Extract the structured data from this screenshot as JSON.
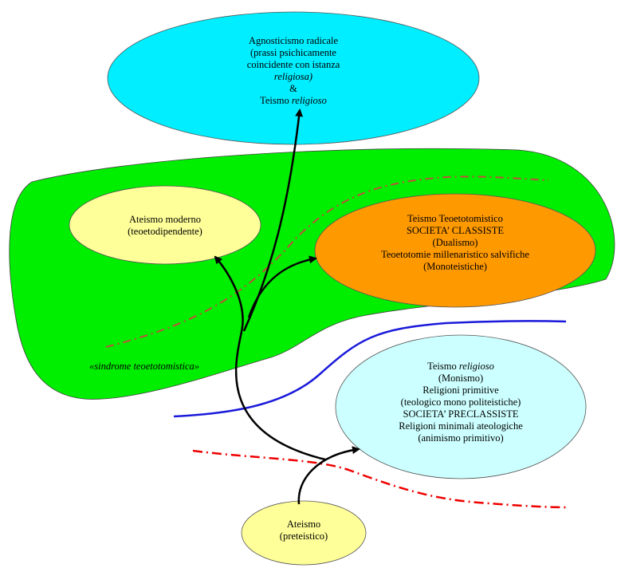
{
  "colors": {
    "region": "#00ee00",
    "agnosticism": "#00eeff",
    "ateismo_moderno": "#ffff99",
    "teismo_teoetotomistico": "#ff9900",
    "teismo_religioso": "#ccffff",
    "ateismo_preteistico": "#ffff99",
    "border_line_blue": "#1a1adb",
    "dash_dot_brown": "#c0503a",
    "dash_dot_red": "#ee0000",
    "arrows": "#000000"
  },
  "nodes": {
    "agnosticism": {
      "line1": "Agnosticismo radicale",
      "line2": "(prassi psichicamente",
      "line3": "coincidente con istanza",
      "line4": "religiosa)",
      "line5": "&",
      "line6_prefix": "Teismo ",
      "line6_italic": "religioso"
    },
    "ateismo_moderno": {
      "line1": "Ateismo moderno",
      "line2": "(teoetodipendente)"
    },
    "teismo_teoetotomistico": {
      "line1": "Teismo Teoetotomistico",
      "line2": "SOCIETA’ CLASSISTE",
      "line3": "(Dualismo)",
      "line4": "Teoetotomie millenaristico salvifiche",
      "line5": "(Monoteistiche)"
    },
    "teismo_religioso": {
      "line1_prefix": "Teismo ",
      "line1_italic": "religioso",
      "line2": "(Monismo)",
      "line3": "Religioni primitive",
      "line4": "(teologico mono politeistiche)",
      "line5": "SOCIETA’ PRECLASSISTE",
      "line6": "Religioni minimali ateologiche",
      "line7": "(animismo primitivo)"
    },
    "ateismo_preteistico": {
      "line1": "Ateismo",
      "line2": "(preteistico)"
    }
  },
  "region_label": "«sindrome teoetotomistica»"
}
